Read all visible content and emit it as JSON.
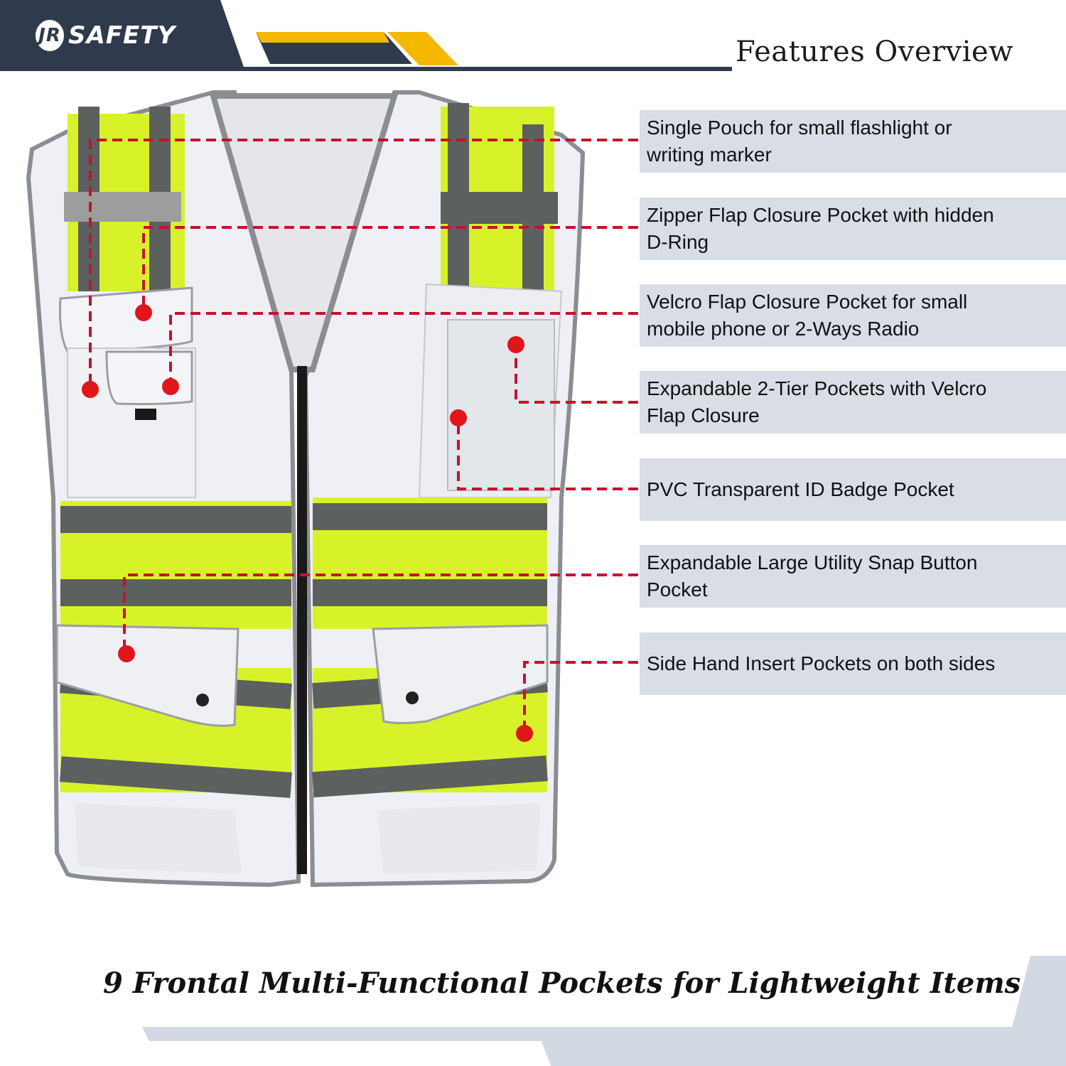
{
  "header": {
    "brand": "SAFETY",
    "brand_mark": "JR",
    "title": "Features Overview"
  },
  "features": [
    {
      "label": "Single Pouch for small flashlight or writing marker",
      "line1": "Single Pouch for small flashlight or",
      "line2": "writing marker"
    },
    {
      "label": "Zipper Flap Closure Pocket with hidden D-Ring",
      "line1": "Zipper Flap Closure Pocket with hidden",
      "line2": "D-Ring"
    },
    {
      "label": "Velcro Flap Closure Pocket for small mobile phone or 2-Ways Radio",
      "line1": "Velcro Flap Closure Pocket for small",
      "line2": "mobile phone or 2-Ways Radio"
    },
    {
      "label": "Expandable 2-Tier Pockets with Velcro Flap Closure",
      "line1": "Expandable 2-Tier Pockets with Velcro",
      "line2": "Flap Closure"
    },
    {
      "label": "PVC Transparent ID Badge Pocket",
      "line1": "PVC Transparent ID Badge Pocket",
      "line2": ""
    },
    {
      "label": "Expandable Large Utility Snap Button Pocket",
      "line1": "Expandable Large Utility Snap Button",
      "line2": "Pocket"
    },
    {
      "label": "Side Hand Insert Pockets on both sides",
      "line1": "Side Hand Insert Pockets on both sides",
      "line2": ""
    }
  ],
  "footer": {
    "tagline": "9 Frontal Multi-Functional Pockets for Lightweight Items"
  },
  "colors": {
    "header_dark": "#2f3a4d",
    "accent_yellow": "#f5b800",
    "callout_red": "#d61a1a",
    "feature_bg": "#d8dde6",
    "vest_white": "#eef0f5",
    "hivis_yellow": "#d8f22a",
    "reflective_gray": "#5c605e"
  }
}
